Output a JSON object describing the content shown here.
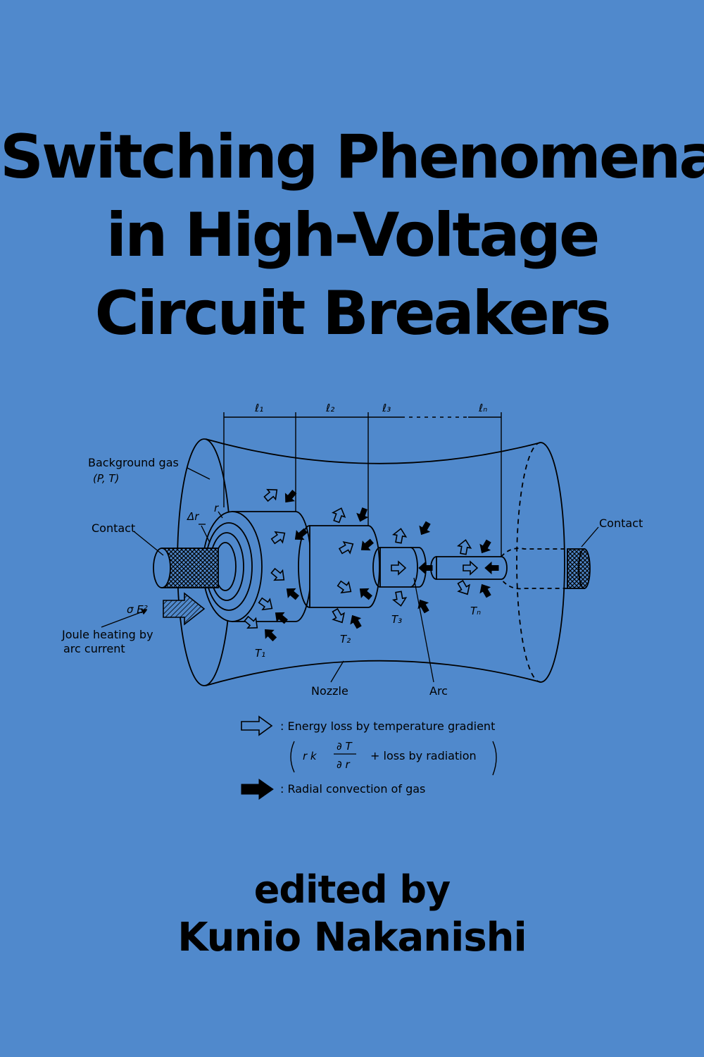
{
  "cover": {
    "background": "#5089cc",
    "title_lines": [
      "Switching Phenomena",
      "in High-Voltage",
      "Circuit Breakers"
    ],
    "edited_by": "edited by",
    "editor": "Kunio Nakanishi"
  },
  "diagram": {
    "section_labels": [
      "ℓ₁",
      "ℓ₂",
      "ℓ₃",
      "ℓₙ"
    ],
    "background_gas": "Background gas",
    "gas_params": "(P, T)",
    "contact_left": "Contact",
    "contact_right": "Contact",
    "delta_r": "Δr",
    "r": "r",
    "sigma_e": "σ E²",
    "joule_line1": "Joule heating by",
    "joule_line2": "arc current",
    "temps": [
      "T₁",
      "T₂",
      "T₃",
      "Tₙ"
    ],
    "nozzle": "Nozzle",
    "arc": "Arc",
    "legend": {
      "hollow_desc": ": Energy loss by temperature gradient",
      "formula_rk": "r k",
      "formula_num": "∂ T",
      "formula_den": "∂ r",
      "formula_tail": "+ loss by radiation",
      "solid_desc": ": Radial convection of gas"
    }
  }
}
